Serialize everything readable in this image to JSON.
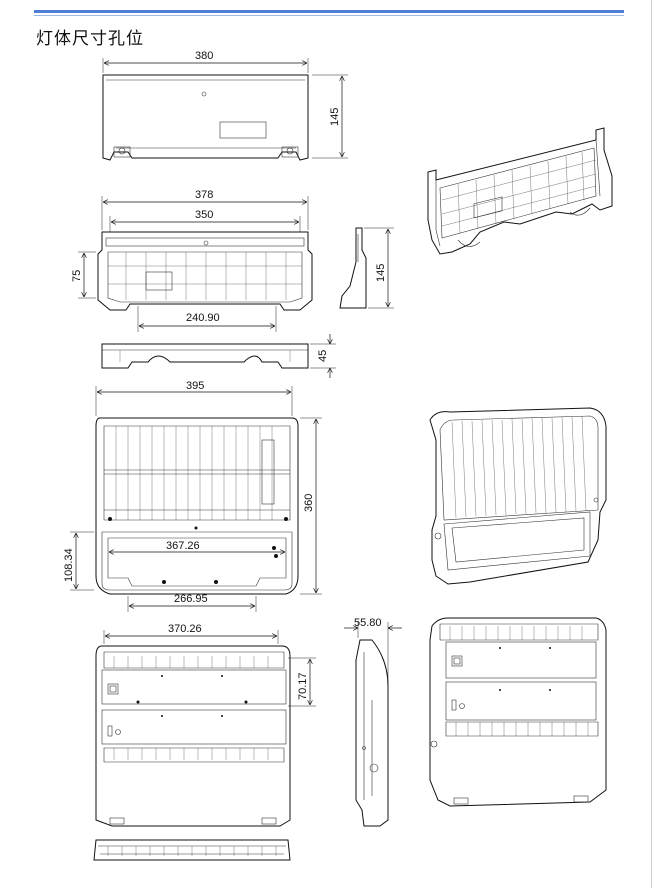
{
  "title": "灯体尺寸孔位",
  "colors": {
    "accent_rule": "#4f7fd6",
    "accent_rule_light": "#9ab8ea",
    "line": "#111111"
  },
  "dimensions": {
    "back_plate": {
      "width": "380",
      "height": "145"
    },
    "frame_top": {
      "outer_width": "378",
      "inner_width": "350",
      "left_height": "75",
      "bottom_span": "240.90"
    },
    "frame_side": {
      "height": "145"
    },
    "frame_bottom": {
      "depth": "45"
    },
    "housing": {
      "width": "395",
      "height": "360",
      "left_height": "108.34",
      "inner_width": "367.26",
      "bottom_span": "266.95"
    },
    "front": {
      "width": "370.26",
      "panel_height": "70.17"
    },
    "side_profile": {
      "depth": "55.80"
    }
  }
}
